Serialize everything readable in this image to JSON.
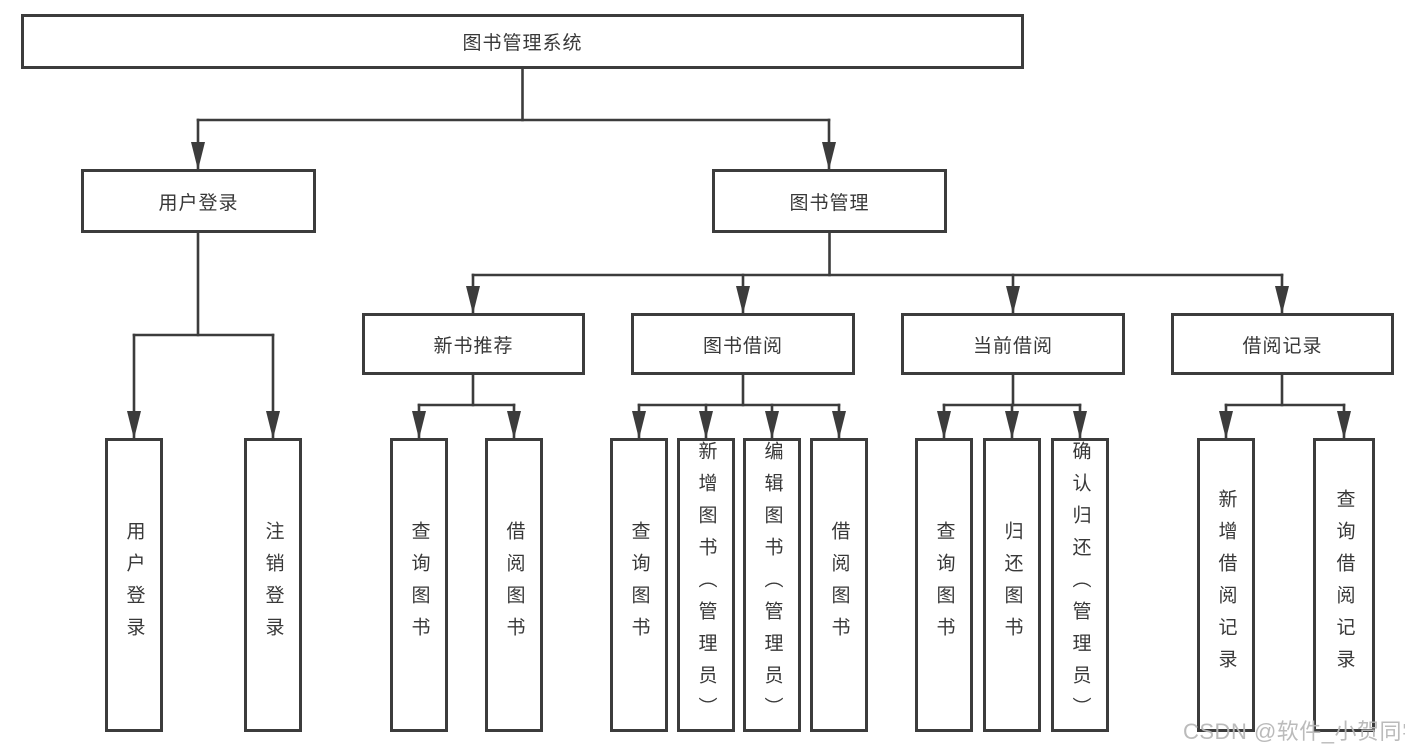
{
  "diagram": {
    "root": {
      "label": "图书管理系统"
    },
    "branches": [
      {
        "label": "用户登录",
        "children": [
          {
            "label": "用户登录"
          },
          {
            "label": "注销登录"
          }
        ]
      },
      {
        "label": "图书管理",
        "children": [
          {
            "label": "新书推荐",
            "children": [
              {
                "label": "查询图书"
              },
              {
                "label": "借阅图书"
              }
            ]
          },
          {
            "label": "图书借阅",
            "children": [
              {
                "label": "查询图书"
              },
              {
                "label": "新增图书（管理员）"
              },
              {
                "label": "编辑图书（管理员）"
              },
              {
                "label": "借阅图书"
              }
            ]
          },
          {
            "label": "当前借阅",
            "children": [
              {
                "label": "查询图书"
              },
              {
                "label": "归还图书"
              },
              {
                "label": "确认归还（管理员）"
              }
            ]
          },
          {
            "label": "借阅记录",
            "children": [
              {
                "label": "新增借阅记录"
              },
              {
                "label": "查询借阅记录"
              }
            ]
          }
        ]
      }
    ]
  },
  "watermark": {
    "text": "CSDN @软件_小贺同学"
  },
  "colors": {
    "background": "#ffffff",
    "box_border": "#3c3c3c",
    "connector_line": "#3c3c3c",
    "text": "#383838",
    "watermark_text": "#b7b7b7"
  }
}
